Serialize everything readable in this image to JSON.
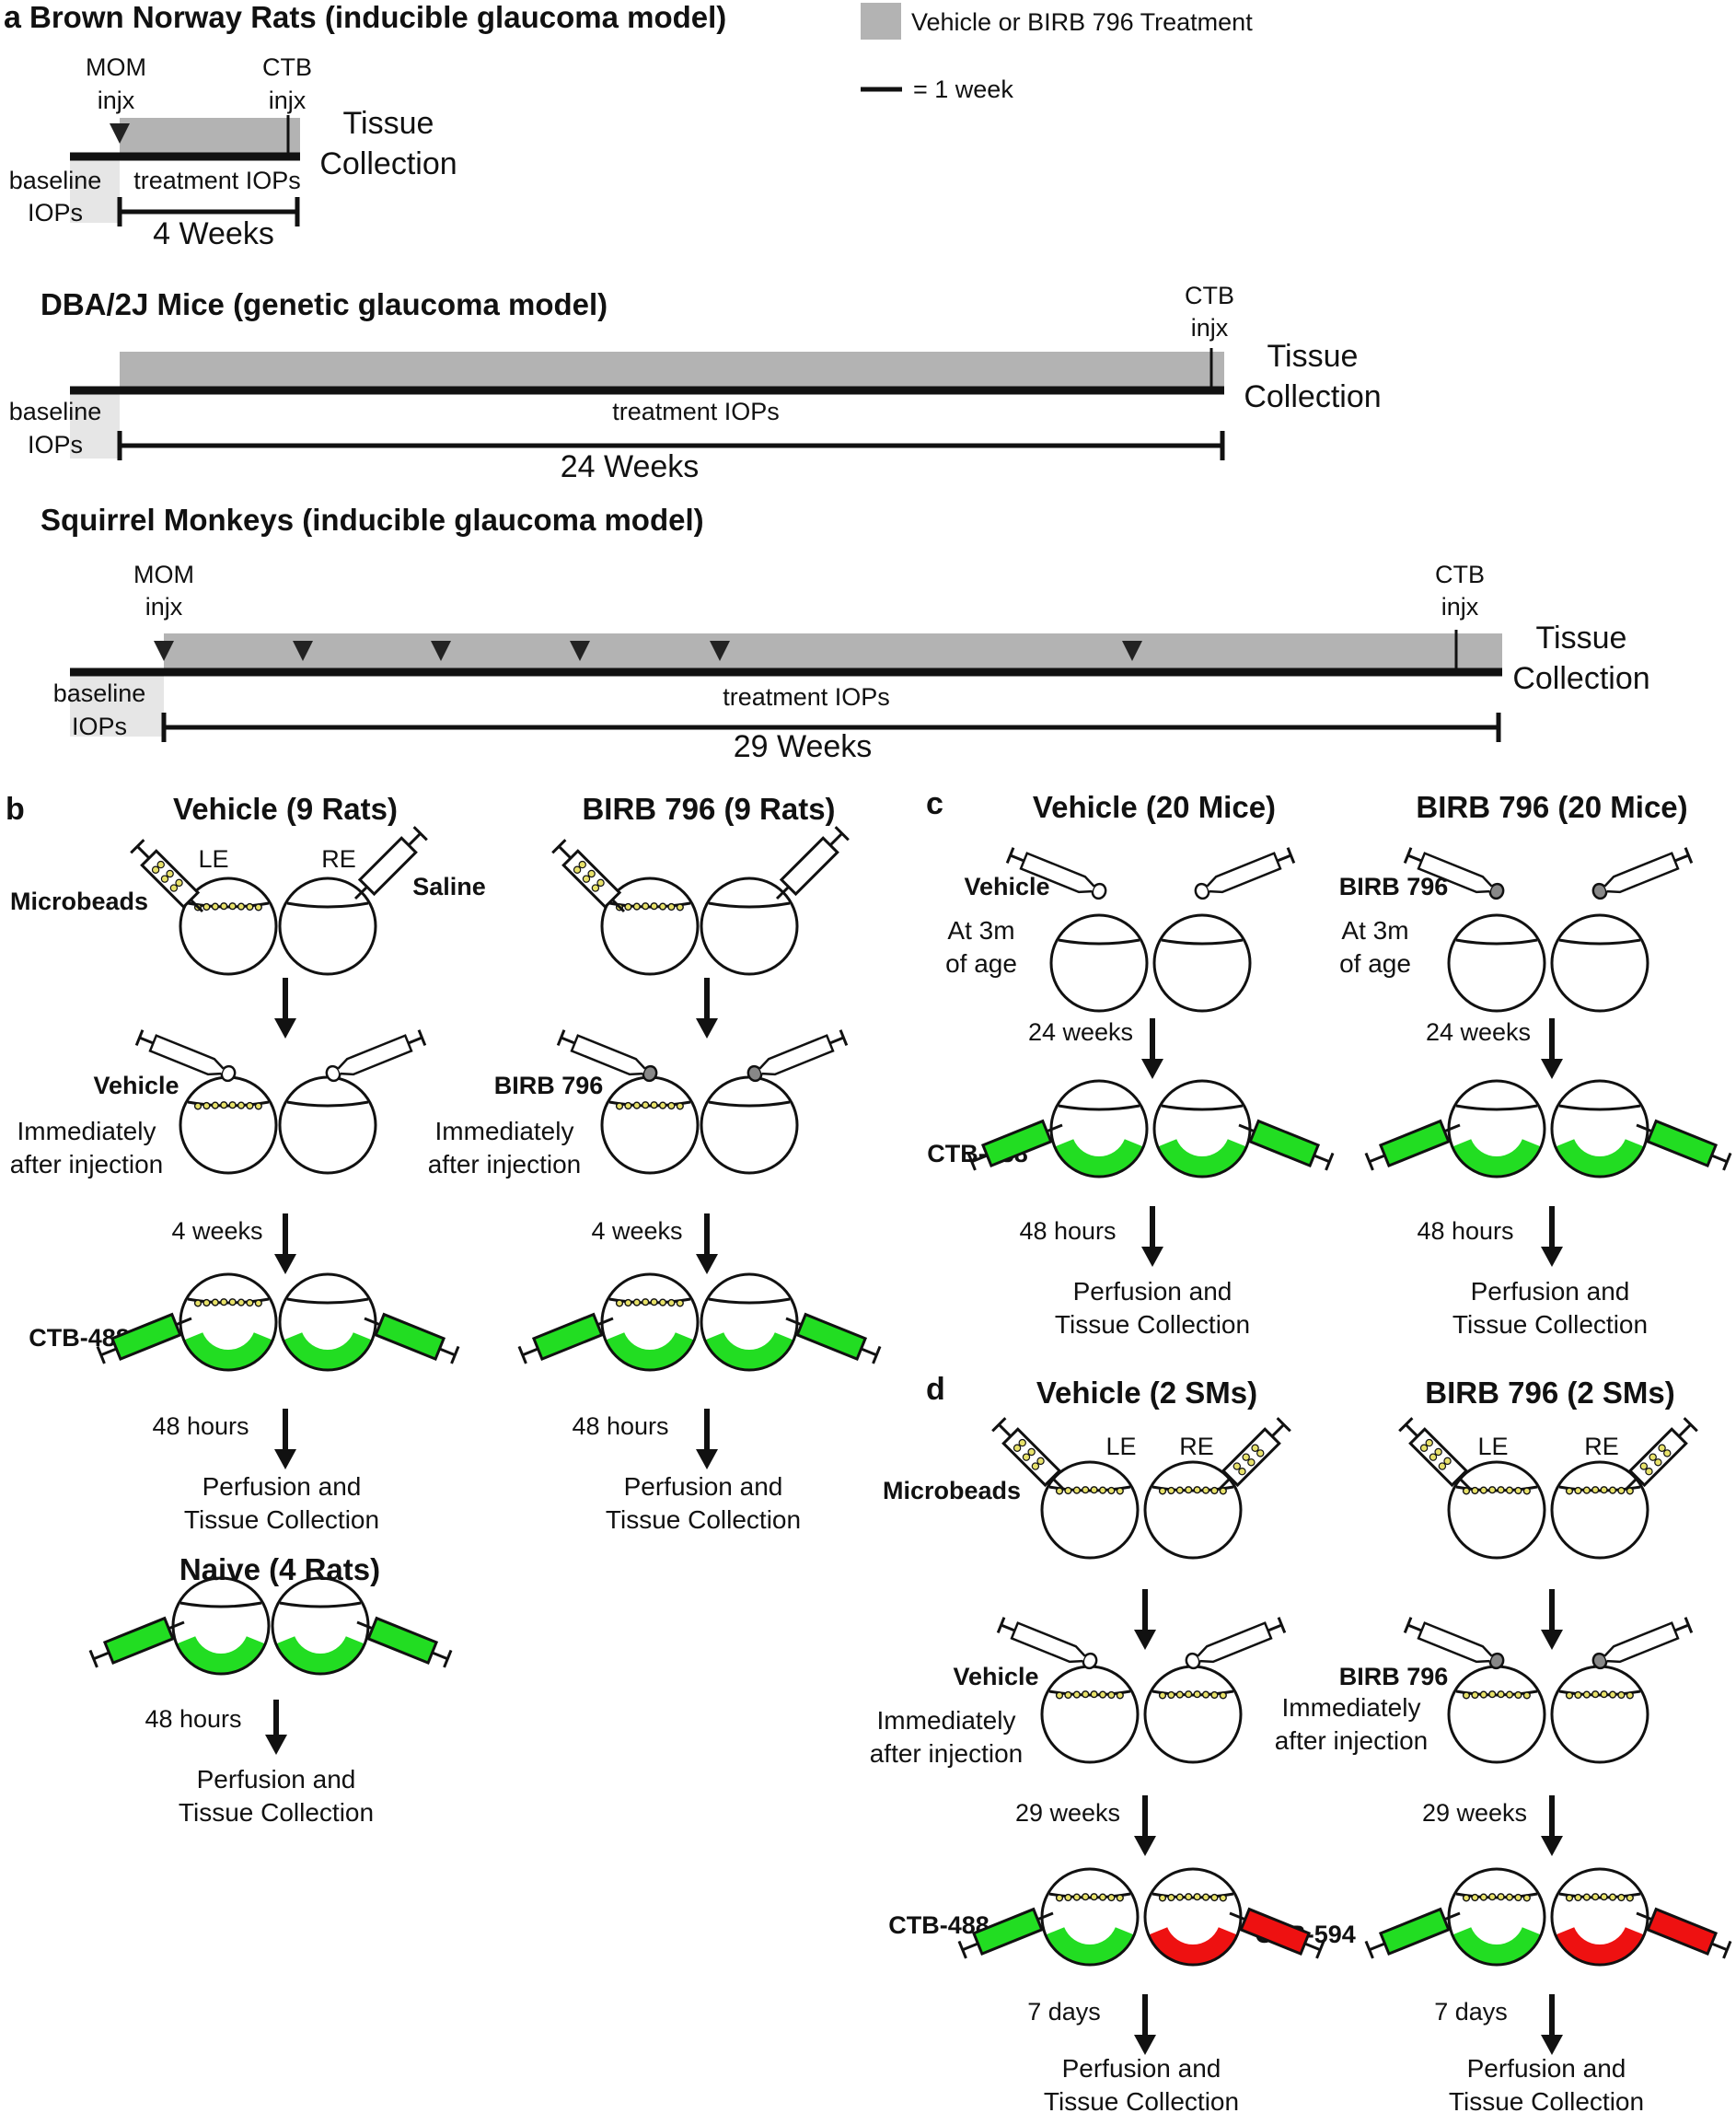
{
  "legend": {
    "treatment": "Vehicle or BIRB 796 Treatment",
    "week_scale": "= 1 week"
  },
  "panel_a": {
    "letter": "a",
    "rats": {
      "title": "Brown Norway Rats (inducible glaucoma model)",
      "mom_1": "MOM",
      "mom_2": "injx",
      "ctb_1": "CTB",
      "ctb_2": "injx",
      "tissue_1": "Tissue",
      "tissue_2": "Collection",
      "baseline_1": "baseline",
      "baseline_2": "IOPs",
      "treatment_iops": "treatment IOPs",
      "duration": "4 Weeks"
    },
    "mice": {
      "title": "DBA/2J Mice (genetic glaucoma model)",
      "ctb_1": "CTB",
      "ctb_2": "injx",
      "tissue_1": "Tissue",
      "tissue_2": "Collection",
      "baseline_1": "baseline",
      "baseline_2": "IOPs",
      "treatment_iops": "treatment IOPs",
      "duration": "24 Weeks"
    },
    "monkeys": {
      "title": "Squirrel Monkeys (inducible glaucoma model)",
      "mom_1": "MOM",
      "mom_2": "injx",
      "ctb_1": "CTB",
      "ctb_2": "injx",
      "tissue_1": "Tissue",
      "tissue_2": "Collection",
      "baseline_1": "baseline",
      "baseline_2": "IOPs",
      "treatment_iops": "treatment IOPs",
      "duration": "29 Weeks"
    }
  },
  "panel_b": {
    "letter": "b",
    "vehicle": {
      "title": "Vehicle (9 Rats)",
      "le": "LE",
      "re": "RE",
      "microbeads": "Microbeads",
      "saline": "Saline",
      "agent": "Vehicle",
      "imm_1": "Immediately",
      "imm_2": "after injection",
      "wait_1": "4 weeks",
      "ctb": "CTB-488",
      "wait_2": "48 hours",
      "end_1": "Perfusion and",
      "end_2": "Tissue Collection"
    },
    "birb": {
      "title": "BIRB 796 (9 Rats)",
      "agent": "BIRB 796",
      "imm_1": "Immediately",
      "imm_2": "after injection",
      "wait_1": "4 weeks",
      "wait_2": "48 hours",
      "end_1": "Perfusion and",
      "end_2": "Tissue Collection"
    },
    "naive": {
      "title": "Naive (4 Rats)",
      "wait": "48 hours",
      "end_1": "Perfusion and",
      "end_2": "Tissue Collection"
    }
  },
  "panel_c": {
    "letter": "c",
    "vehicle": {
      "title": "Vehicle (20 Mice)",
      "agent": "Vehicle",
      "age_1": "At 3m",
      "age_2": "of age",
      "wait_1": "24 weeks",
      "ctb": "CTB-488",
      "wait_2": "48 hours",
      "end_1": "Perfusion and",
      "end_2": "Tissue Collection"
    },
    "birb": {
      "title": "BIRB 796 (20 Mice)",
      "agent": "BIRB 796",
      "age_1": "At 3m",
      "age_2": "of age",
      "wait_1": "24 weeks",
      "wait_2": "48 hours",
      "end_1": "Perfusion and",
      "end_2": "Tissue Collection"
    }
  },
  "panel_d": {
    "letter": "d",
    "vehicle": {
      "title": "Vehicle (2 SMs)",
      "le": "LE",
      "re": "RE",
      "microbeads": "Microbeads",
      "agent": "Vehicle",
      "imm_1": "Immediately",
      "imm_2": "after injection",
      "wait_1": "29 weeks",
      "ctb_left": "CTB-488",
      "ctb_right": "CTB-594",
      "wait_2": "7 days",
      "end_1": "Perfusion and",
      "end_2": "Tissue Collection"
    },
    "birb": {
      "title": "BIRB 796 (2 SMs)",
      "le": "LE",
      "re": "RE",
      "agent": "BIRB 796",
      "imm_1": "Immediately",
      "imm_2": "after injection",
      "wait_1": "29 weeks",
      "wait_2": "7 days",
      "end_1": "Perfusion and",
      "end_2": "Tissue Collection"
    }
  },
  "colors": {
    "treatment_fill": "#b3b3b3",
    "baseline_fill": "#e6e6e6",
    "ctb_488": "#22dd22",
    "ctb_594": "#ee1111",
    "bead": "#e8e26a"
  }
}
